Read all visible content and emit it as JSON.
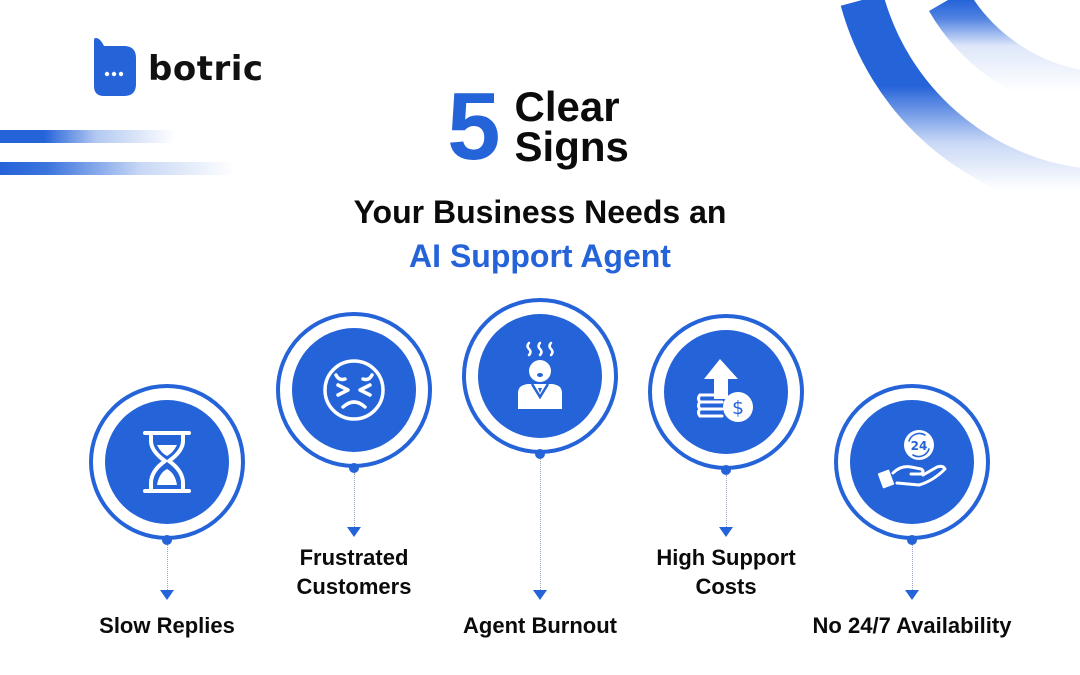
{
  "brand": {
    "name": "botric",
    "logo_icon": "chat-bubble-icon",
    "accent_color": "#2563d9",
    "text_color": "#0b0b0b"
  },
  "headline": {
    "number": "5",
    "line1": "Clear",
    "line2": "Signs",
    "subtitle_line1": "Your Business Needs an",
    "subtitle_line2": "AI Support Agent"
  },
  "signs": [
    {
      "label_line1": "Slow Replies",
      "label_line2": "",
      "icon": "hourglass-icon"
    },
    {
      "label_line1": "Frustrated",
      "label_line2": "Customers",
      "icon": "frustrated-face-icon"
    },
    {
      "label_line1": "Agent Burnout",
      "label_line2": "",
      "icon": "stressed-agent-icon"
    },
    {
      "label_line1": "High Support",
      "label_line2": "Costs",
      "icon": "rising-cost-icon"
    },
    {
      "label_line1": "No 24/7 Availability",
      "label_line2": "",
      "icon": "hand-24-hours-icon"
    }
  ],
  "icon_24_text": "24",
  "icon_dollar_text": "$"
}
